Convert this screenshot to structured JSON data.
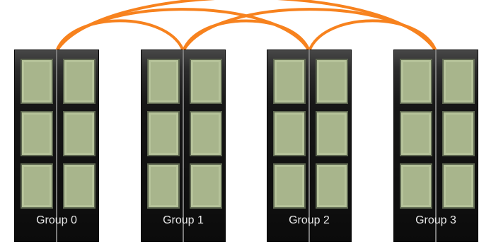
{
  "diagram": {
    "link_color": "#f7821e",
    "slot_color": "#b6c39a",
    "cabinet_color": "#121212",
    "cabinets_per_group": 2,
    "slots_per_cabinet": 3,
    "groups": [
      {
        "id": 0,
        "label": "Group 0"
      },
      {
        "id": 1,
        "label": "Group 1"
      },
      {
        "id": 2,
        "label": "Group 2"
      },
      {
        "id": 3,
        "label": "Group 3"
      }
    ],
    "links": [
      {
        "from": 0,
        "to": 1
      },
      {
        "from": 0,
        "to": 2
      },
      {
        "from": 0,
        "to": 3
      },
      {
        "from": 1,
        "to": 2
      },
      {
        "from": 1,
        "to": 3
      },
      {
        "from": 2,
        "to": 3
      }
    ]
  }
}
